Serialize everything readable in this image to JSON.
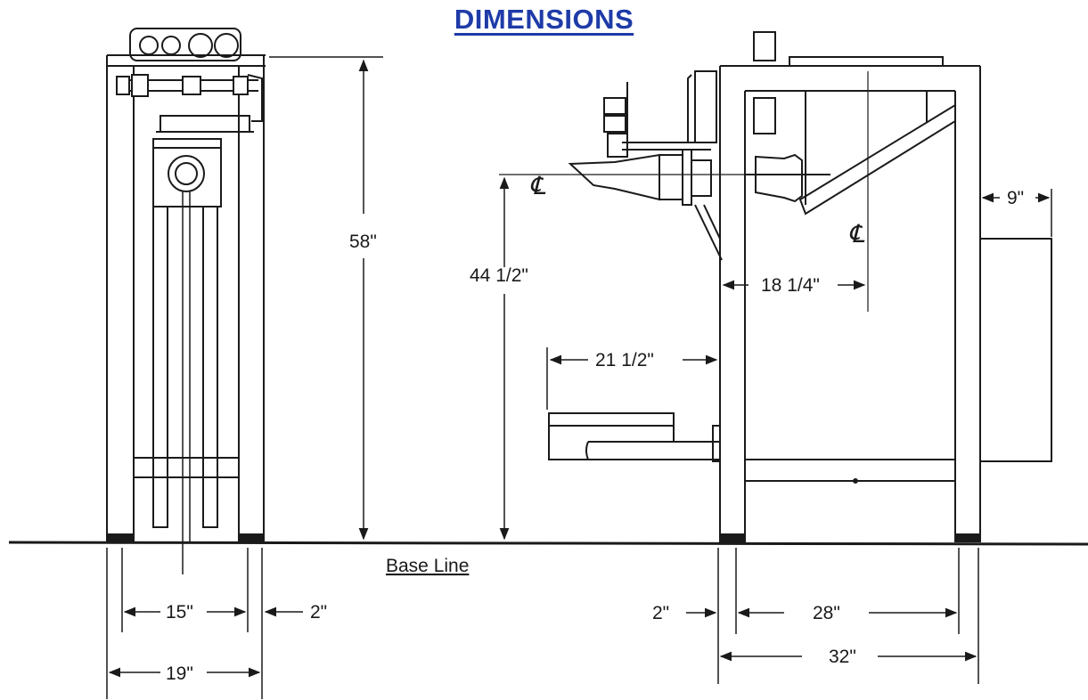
{
  "title": "DIMENSIONS",
  "colors": {
    "title": "#1f3ba8",
    "ink": "#1a1a1a",
    "paper": "#ffffff"
  },
  "labels": {
    "base_line": "Base Line",
    "centerline_symbol": "℄"
  },
  "dimensions": {
    "overall_height": "58\"",
    "centerline_height": "44 1/2\"",
    "inner_width_front": "15\"",
    "leg_width_front": "2\"",
    "overall_width_front": "19\"",
    "inner_depth_side": "28\"",
    "leg_width_side": "2\"",
    "overall_depth_side": "32\"",
    "overhang_right": "9\"",
    "centerline_offset": "18 1/4\"",
    "front_extension": "21 1/2\""
  }
}
